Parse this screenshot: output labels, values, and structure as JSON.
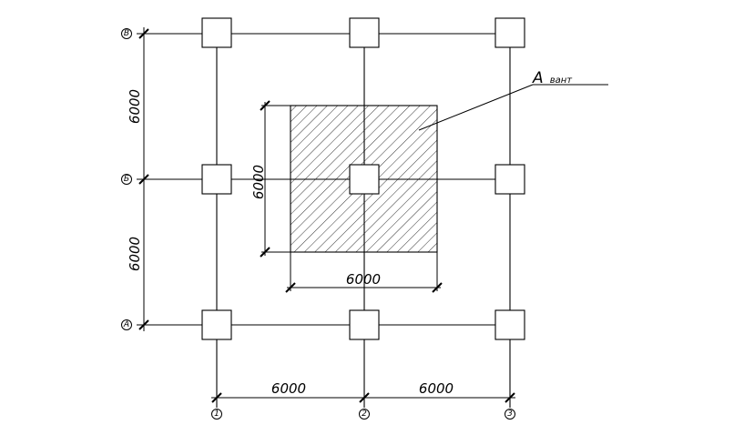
{
  "drawing": {
    "axes_columns": [
      "1",
      "2",
      "3"
    ],
    "axes_rows": [
      "В",
      "Б",
      "А"
    ],
    "dimensions": {
      "horizontal_1_2": "6000",
      "horizontal_2_3": "6000",
      "vertical_V_B": "6000",
      "vertical_B_A": "6000",
      "zone_width": "6000",
      "zone_height": "6000"
    },
    "zone_label": {
      "main": "A",
      "subscript": "вант"
    }
  }
}
